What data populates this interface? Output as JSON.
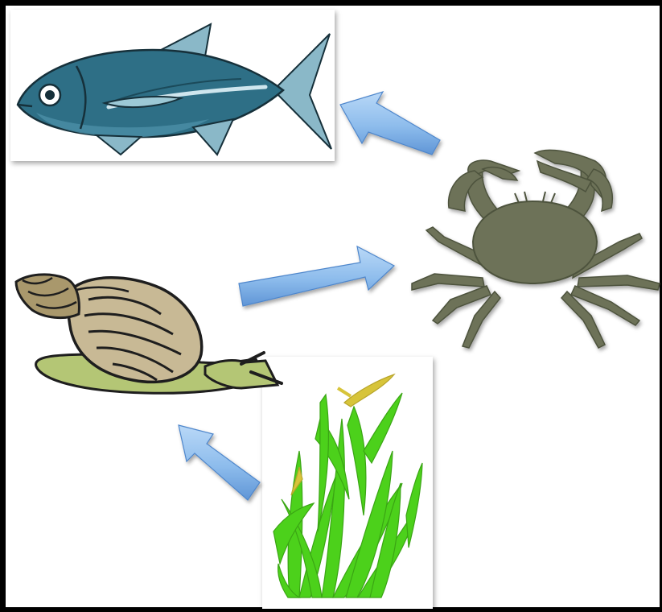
{
  "diagram": {
    "type": "food-web",
    "organisms": [
      {
        "id": "fish",
        "icon": "fish-icon"
      },
      {
        "id": "crab",
        "icon": "crab-icon"
      },
      {
        "id": "snail",
        "icon": "snail-icon"
      },
      {
        "id": "seagrass",
        "icon": "seagrass-icon"
      }
    ],
    "arrows": [
      {
        "from": "crab",
        "to": "fish"
      },
      {
        "from": "snail",
        "to": "crab"
      },
      {
        "from": "seagrass",
        "to": "snail"
      }
    ],
    "colors": {
      "border": "#000000",
      "arrow_light": "#9cc6f0",
      "arrow_dark": "#4f87cc",
      "fish_body": "#2e6f86",
      "fish_fin": "#8ab8c8",
      "crab": "#6d7258",
      "snail_shell": "#c8b995",
      "snail_body": "#b4c675",
      "seagrass": "#4cd11b",
      "seagrass_tip": "#d7c43a"
    }
  }
}
